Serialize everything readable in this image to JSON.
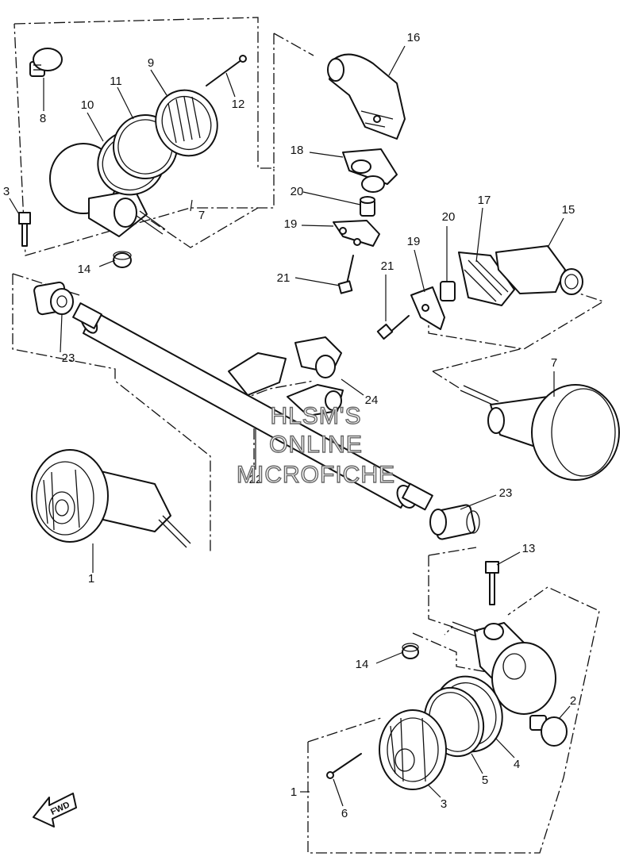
{
  "watermark": {
    "line1": "HLSM'S",
    "line2": "ONLINE",
    "line3": "MICROFICHE"
  },
  "fwd_label": "FWD",
  "callouts": {
    "c1a": "1",
    "c1b": "1",
    "c2": "2",
    "c3a": "3",
    "c3b": "3",
    "c4": "4",
    "c5": "5",
    "c6": "6",
    "c7a": "7",
    "c7b": "7",
    "c8": "8",
    "c9": "9",
    "c10": "10",
    "c11": "11",
    "c12": "12",
    "c13": "13",
    "c14a": "14",
    "c14b": "14",
    "c15": "15",
    "c16": "16",
    "c17": "17",
    "c18": "18",
    "c19a": "19",
    "c19b": "19",
    "c20a": "20",
    "c20b": "20",
    "c21a": "21",
    "c21b": "21",
    "c22": "22",
    "c23a": "23",
    "c23b": "23",
    "c24": "24"
  }
}
